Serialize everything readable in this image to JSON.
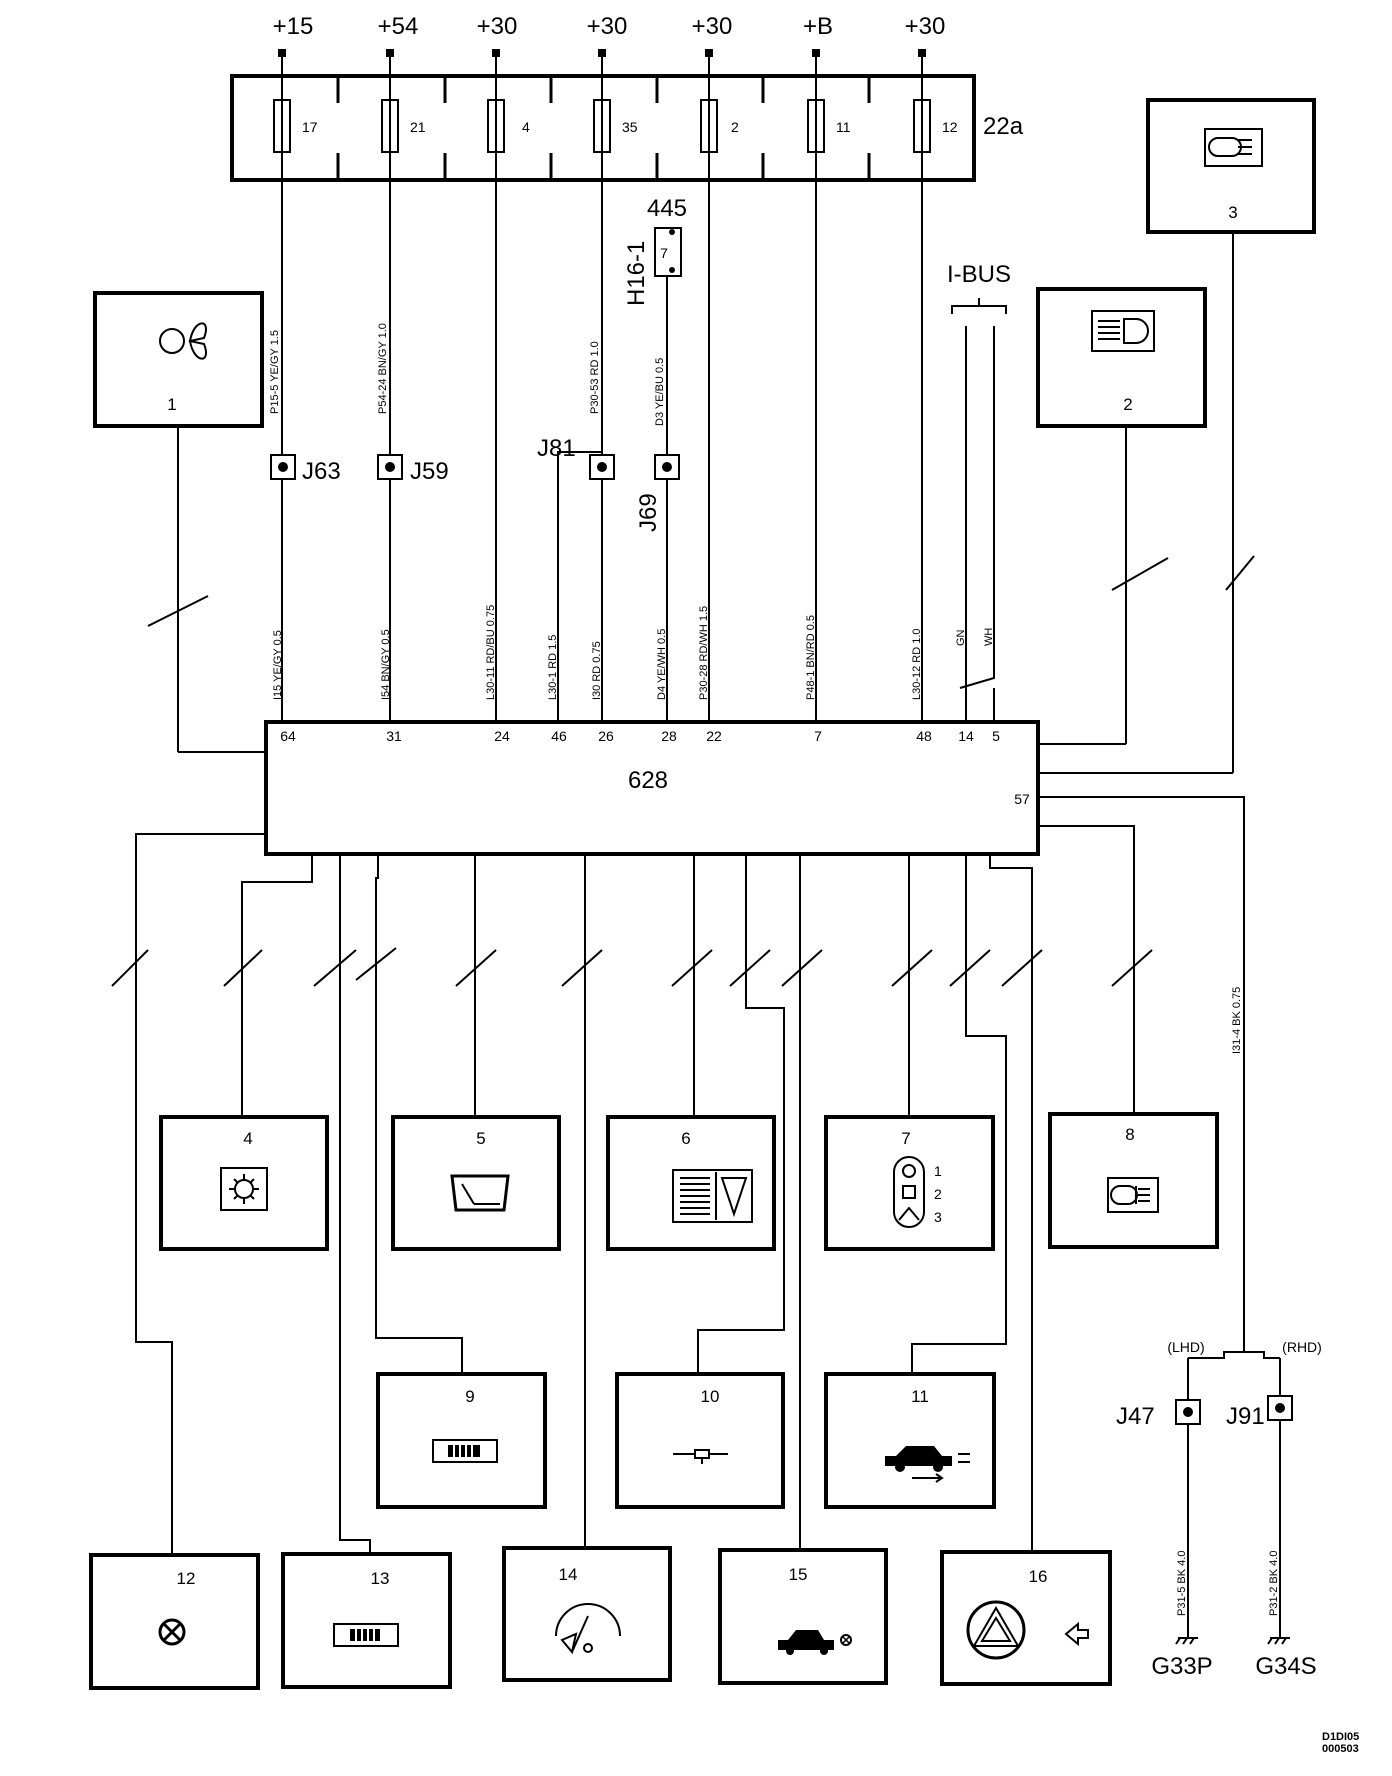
{
  "supplies": [
    "+15",
    "+54",
    "+30",
    "+30",
    "+30",
    "+B",
    "+30"
  ],
  "fuse_box": {
    "label": "22a",
    "fuses": [
      "17",
      "21",
      "4",
      "35",
      "2",
      "11",
      "12"
    ]
  },
  "connector_445": {
    "label": "445",
    "pin": "7",
    "name": "H16-1"
  },
  "ibus": "I-BUS",
  "splices": {
    "j63": "J63",
    "j59": "J59",
    "j81": "J81",
    "j69": "J69",
    "j47": "J47",
    "j91": "J91"
  },
  "upper_wire_labels": {
    "w15": "P15-5   YE/GY   1.5",
    "w54": "P54-24   BN/GY   1.0",
    "w3053": "P30-53   RD   1.0",
    "wd3": "D3   YE/BU   0.5"
  },
  "lower_wire_labels": [
    "I15   YE/GY   0.5",
    "I54   BN/GY   0.5",
    "L30-11   RD/BU   0.75",
    "L30-1   RD   1.5",
    "I30   RD   0.75",
    "D4   YE/WH   0.5",
    "P30-28   RD/WH   1.5",
    "P48-1   BN/RD   0.5",
    "L30-12   RD   1.0",
    "GN",
    "WH"
  ],
  "ground_wire_label": "I31-4   BK   0.75",
  "ground_leg_labels": [
    "P31-5   BK   4.0",
    "P31-2   BK   4.0"
  ],
  "control_unit": {
    "label": "628",
    "pins": [
      "64",
      "31",
      "24",
      "46",
      "26",
      "28",
      "22",
      "7",
      "48",
      "14",
      "5",
      "57"
    ]
  },
  "components": [
    "1",
    "2",
    "3",
    "4",
    "5",
    "6",
    "7",
    "8",
    "9",
    "10",
    "11",
    "12",
    "13",
    "14",
    "15",
    "16"
  ],
  "component_7_positions": [
    "1",
    "2",
    "3"
  ],
  "variants": {
    "lhd": "(LHD)",
    "rhd": "(RHD)"
  },
  "grounds": {
    "left": "G33P",
    "right": "G34S"
  },
  "doc_ref": {
    "line1": "D1DI05",
    "line2": "000503"
  }
}
